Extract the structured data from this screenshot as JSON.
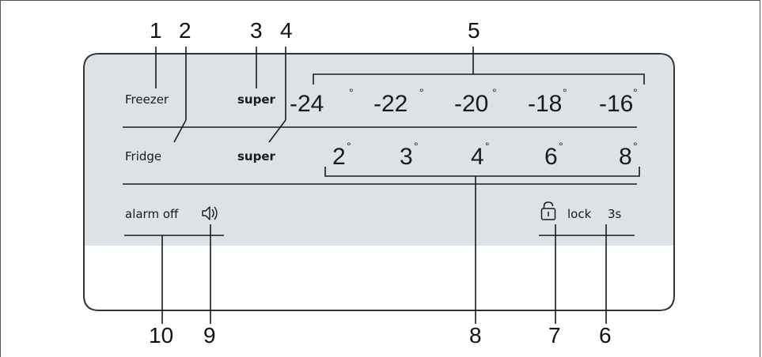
{
  "callouts": [
    "1",
    "2",
    "3",
    "4",
    "5",
    "6",
    "7",
    "8",
    "9",
    "10"
  ],
  "freezer": {
    "label": "Freezer",
    "super_label": "super",
    "temps": [
      "-24",
      "-22",
      "-20",
      "-18",
      "-16"
    ]
  },
  "fridge": {
    "label": "Fridge",
    "super_label": "super",
    "temps": [
      "2",
      "3",
      "4",
      "6",
      "8"
    ]
  },
  "alarm": {
    "label": "alarm off",
    "icon": "speaker-icon"
  },
  "lock": {
    "label": "lock",
    "duration": "3s",
    "icon": "padlock-icon"
  },
  "degree_symbol": "°",
  "colors": {
    "panel": "#dde2e6",
    "panel_border": "#333333",
    "line": "#1a1a1a"
  }
}
